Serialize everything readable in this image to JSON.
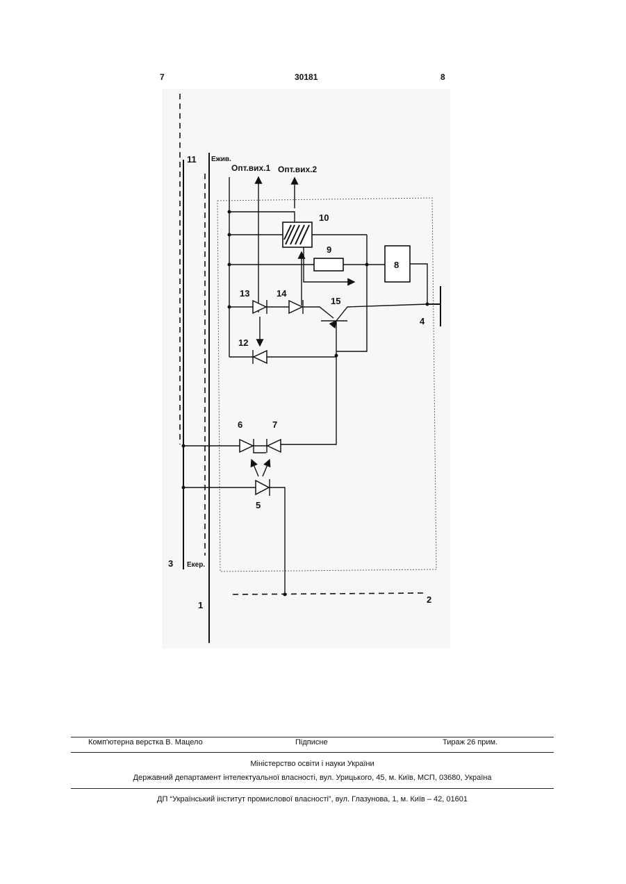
{
  "header": {
    "page_left": "7",
    "patent_number": "30181",
    "page_right": "8"
  },
  "diagram": {
    "labels": {
      "n1": "1",
      "n2": "2",
      "n3": "3",
      "n4": "4",
      "n5": "5",
      "n6": "6",
      "n7": "7",
      "n8": "8",
      "n9": "9",
      "n10": "10",
      "n11": "11",
      "n12": "12",
      "n13": "13",
      "n14": "14",
      "n15": "15",
      "e_supply": "Eжив.",
      "e_control": "Eкер.",
      "opt_out_1": "Опт.вих.1",
      "opt_out_2": "Опт.вих.2"
    }
  },
  "footer": {
    "layout_by": "Комп'ютерна верстка В. Мацело",
    "subscription": "Підписне",
    "print_run": "Тираж 26 прим.",
    "ministry": "Міністерство освіти і науки України",
    "department": "Державний департамент інтелектуальної власності, вул. Урицького, 45, м. Київ, МСП, 03680, Україна",
    "institute": "ДП “Український інститут промислової власності”, вул. Глазунова, 1, м. Київ – 42, 01601"
  }
}
